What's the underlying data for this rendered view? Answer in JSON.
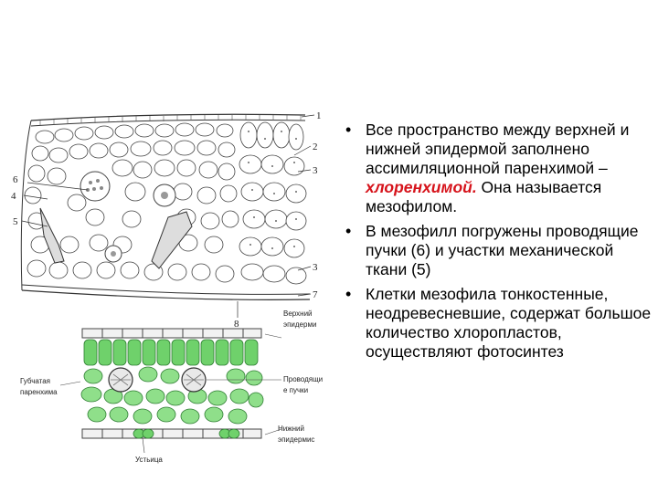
{
  "upper_figure": {
    "labels": [
      "1",
      "2",
      "3",
      "6",
      "4",
      "5",
      "3",
      "7",
      "8"
    ]
  },
  "lower_figure": {
    "label_upper_epidermis": "Верхний эпидерми",
    "label_spongy": "Губчатая паренхима",
    "label_bundles": "Проводящи е пучки",
    "label_lower_epidermis": "Нижний эпидермис",
    "label_stomata": "Устьица"
  },
  "bullets": {
    "b1_pre": "Все пространство между верхней и нижней эпидермой заполнено ассимиляционной паренхимой – ",
    "b1_highlight": "хлоренхимой.",
    "b1_post": " Она называется мезофилом.",
    "b2": "В мезофилл погружены проводящие пучки  (6) и участки механической ткани (5)",
    "b3": "Клетки мезофила тонкостенные, неодревесневшие, содержат большое количество хлоропластов, осуществляют фотосинтез"
  },
  "colors": {
    "highlight": "#d6131b",
    "chlorenchyma": "#6fd16b",
    "line": "#333333"
  }
}
